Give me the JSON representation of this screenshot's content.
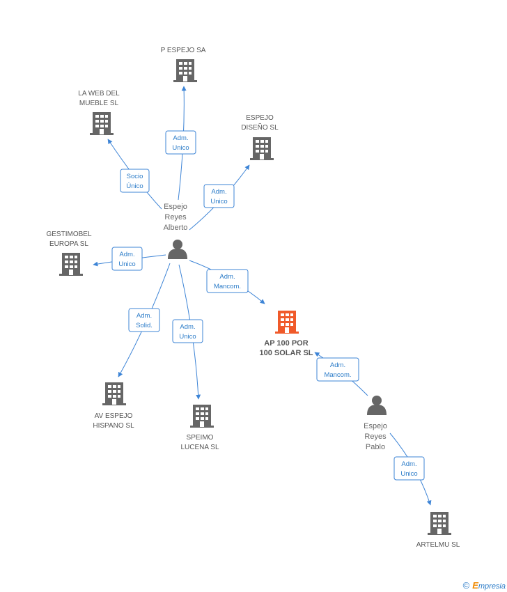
{
  "colors": {
    "edge": "#3d84d6",
    "building": "#666666",
    "building_main": "#f05a2a",
    "person": "#666666"
  },
  "companies": {
    "p_espejo": [
      "P ESPEJO SA"
    ],
    "la_web": [
      "LA WEB DEL",
      "MUEBLE SL"
    ],
    "espejo_diseno": [
      "ESPEJO",
      "DISEÑO SL"
    ],
    "gestimobel": [
      "GESTIMOBEL",
      "EUROPA SL"
    ],
    "ap100": [
      "AP 100 POR",
      "100 SOLAR SL"
    ],
    "av_espejo": [
      "AV ESPEJO",
      "HISPANO SL"
    ],
    "speimo": [
      "SPEIMO",
      "LUCENA SL"
    ],
    "artelmu": [
      "ARTELMU SL"
    ]
  },
  "persons": {
    "alberto": [
      "Espejo",
      "Reyes",
      "Alberto"
    ],
    "pablo": [
      "Espejo",
      "Reyes",
      "Pablo"
    ]
  },
  "edges": {
    "p_espejo": [
      "Adm.",
      "Unico"
    ],
    "la_web": [
      "Socio",
      "Único"
    ],
    "espejo_diseno": [
      "Adm.",
      "Unico"
    ],
    "gestimobel": [
      "Adm.",
      "Unico"
    ],
    "ap100_alberto": [
      "Adm.",
      "Mancom."
    ],
    "av_espejo": [
      "Adm.",
      "Solid."
    ],
    "speimo": [
      "Adm.",
      "Unico"
    ],
    "ap100_pablo": [
      "Adm.",
      "Mancom."
    ],
    "artelmu": [
      "Adm.",
      "Unico"
    ]
  },
  "footer": {
    "copyright": "©",
    "brand_initial": "E",
    "brand_rest": "mpresia"
  }
}
